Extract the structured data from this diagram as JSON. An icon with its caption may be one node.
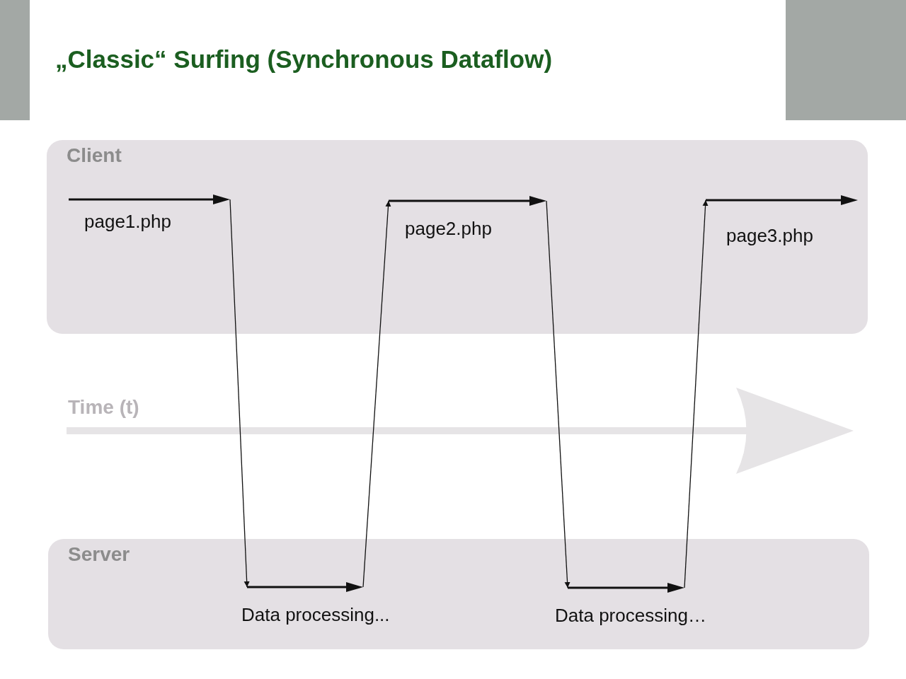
{
  "diagram": {
    "title": "„Classic“ Surfing (Synchronous Dataflow)",
    "nodes": [
      {
        "text": [
          "Client"
        ]
      },
      {
        "text": [
          "page1.php"
        ],
        "in": 0
      },
      {
        "text": [
          "page2.php"
        ],
        "in": 0
      },
      {
        "text": [
          "page3.php"
        ],
        "in": 0
      },
      {
        "text": [
          "Server"
        ]
      },
      {
        "text": [
          "Data processing..."
        ],
        "in": 4
      },
      {
        "text": [
          "Data processing…"
        ],
        "in": 4
      }
    ],
    "edges": [
      {
        "from": 1,
        "to": 5,
        "arrow": "to"
      },
      {
        "from": 5,
        "to": 2,
        "arrow": "to"
      },
      {
        "from": 2,
        "to": 6,
        "arrow": "to"
      },
      {
        "from": 6,
        "to": 3,
        "arrow": "to"
      }
    ],
    "labels": [
      "Time (t)"
    ]
  }
}
